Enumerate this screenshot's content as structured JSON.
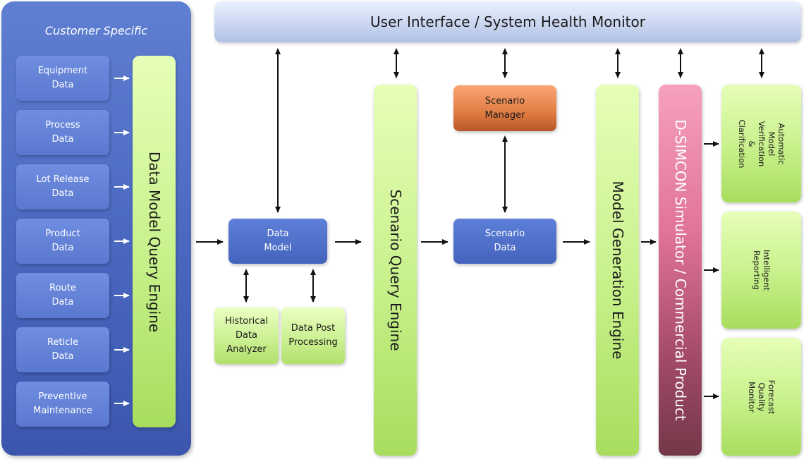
{
  "customer": {
    "title": "Customer Specific",
    "items": [
      {
        "label": "Equipment\nData"
      },
      {
        "label": "Process\nData"
      },
      {
        "label": "Lot Release\nData"
      },
      {
        "label": "Product\nData"
      },
      {
        "label": "Route\nData"
      },
      {
        "label": "Reticle\nData"
      },
      {
        "label": "Preventive\nMaintenance"
      }
    ]
  },
  "header": {
    "title": "User Interface / System Health Monitor"
  },
  "engines": {
    "data_model_query": "Data Model Query Engine",
    "scenario_query": "Scenario Query Engine",
    "model_generation": "Model Generation Engine",
    "simulator": "D-SIMCON Simulator / Commercial Product"
  },
  "boxes": {
    "data_model": "Data\nModel",
    "historical": "Historical\nData\nAnalyzer",
    "post_processing": "Data Post\nProcessing",
    "scenario_manager": "Scenario\nManager",
    "scenario_data": "Scenario\nData"
  },
  "outputs": {
    "verification": "Automatic Model\nVerification &\nClarification",
    "reporting": "Intelligent\nReporting",
    "forecast": "Forecast Quality\nMonitor"
  },
  "colors": {
    "panel_blue": "#4967bf",
    "box_blue": "#4f6fca",
    "green": "#c7f08a",
    "orange": "#e07c42",
    "pink": "#e07398",
    "header": "#c8d4ef",
    "arrow": "#111111"
  }
}
